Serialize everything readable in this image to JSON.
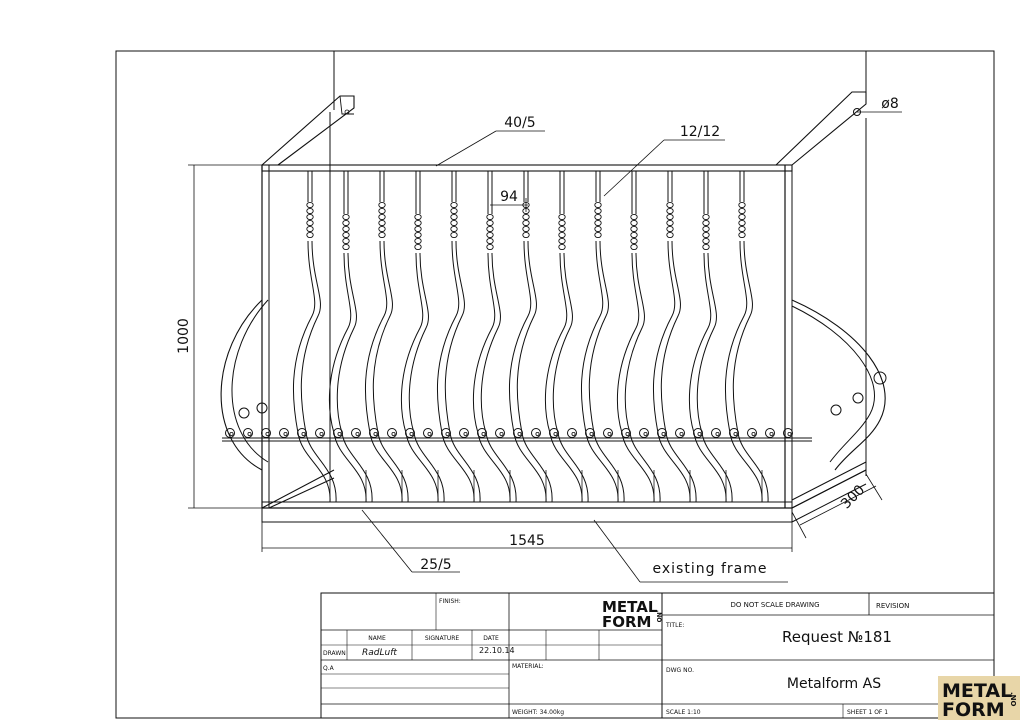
{
  "dimensions": {
    "top_rail": "40/5",
    "bar_section": "12/12",
    "rod_diameter": "ø8",
    "bar_spacing": "94",
    "height": "1000",
    "length": "1545",
    "depth": "300",
    "bottom_rail": "25/5",
    "note": "existing frame"
  },
  "title_block": {
    "finish_label": "FINISH:",
    "do_not_scale": "DO NOT SCALE DRAWING",
    "revision_label": "REVISION",
    "title_label": "TITLE:",
    "title_value": "Request №181",
    "name_header": "NAME",
    "signature_header": "SIGNATURE",
    "date_header": "DATE",
    "drawn_label": "DRAWN",
    "drawn_name": "RadLuft",
    "drawn_date": "22.10.14",
    "qa_label": "Q.A",
    "material_label": "MATERIAL:",
    "dwg_no_label": "DWG NO.",
    "dwg_no_value": "Metalform AS",
    "weight": "WEIGHT: 34.00kg",
    "scale": "SCALE 1:10",
    "sheet": "SHEET 1 OF 1"
  },
  "logo": {
    "line1": "METAL",
    "line2": "FORM",
    "small": ".NO"
  }
}
